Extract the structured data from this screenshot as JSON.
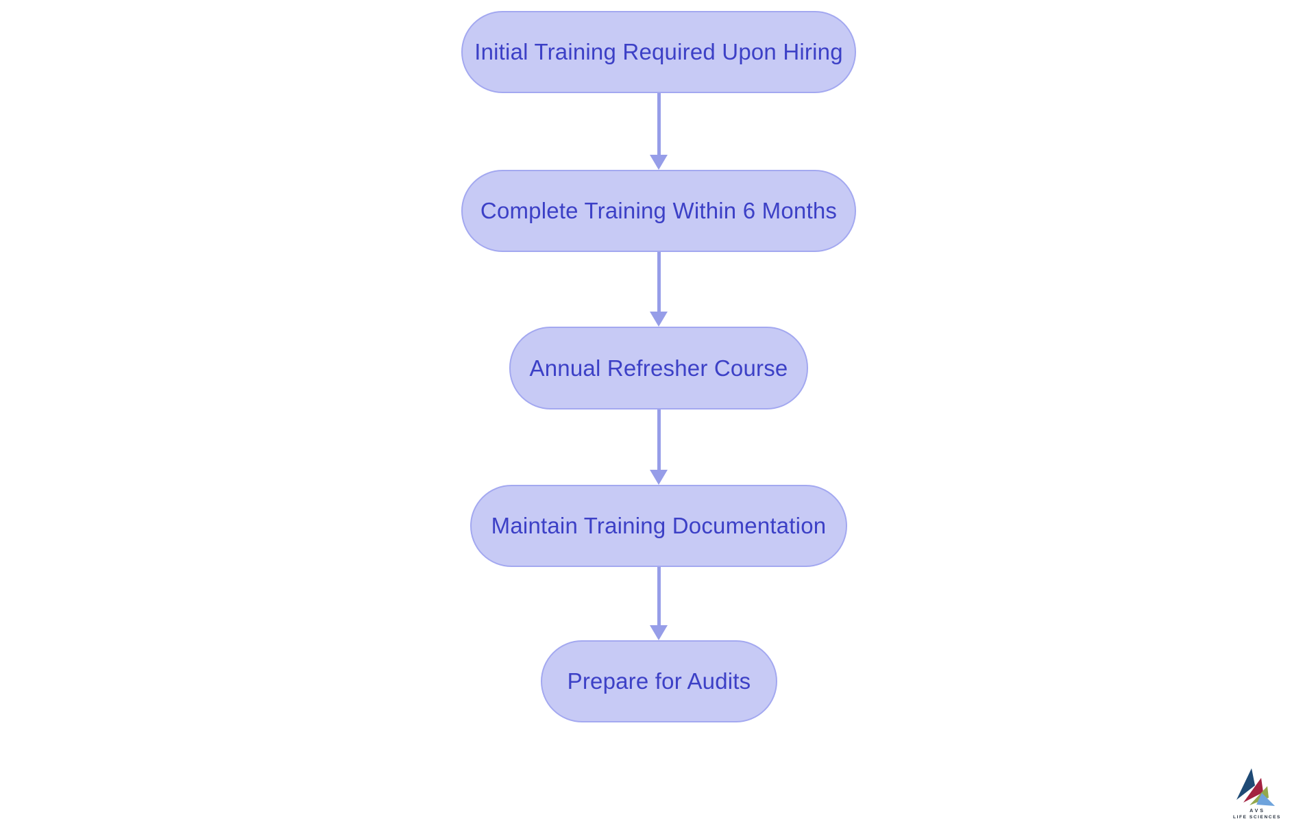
{
  "flowchart": {
    "type": "flowchart",
    "direction": "top-down",
    "nodes": [
      {
        "id": "n1",
        "label": "Initial Training Required Upon Hiring"
      },
      {
        "id": "n2",
        "label": "Complete Training Within 6 Months"
      },
      {
        "id": "n3",
        "label": "Annual Refresher Course"
      },
      {
        "id": "n4",
        "label": "Maintain Training Documentation"
      },
      {
        "id": "n5",
        "label": "Prepare for Audits"
      }
    ],
    "edges": [
      {
        "from": "n1",
        "to": "n2"
      },
      {
        "from": "n2",
        "to": "n3"
      },
      {
        "from": "n3",
        "to": "n4"
      },
      {
        "from": "n4",
        "to": "n5"
      }
    ],
    "colors": {
      "background": "#ffffff",
      "node_fill": "#c7caf5",
      "node_border": "#a3a8f0",
      "node_text": "#3c40c6",
      "arrow": "#969de8"
    }
  },
  "logo": {
    "text_line1": "AVS",
    "text_line2": "LIFE SCIENCES",
    "text_color": "#232d3b",
    "triangle_colors": {
      "navy": "#1e4a75",
      "red": "#a32240",
      "green": "#93a84d",
      "blue": "#6ea3dc"
    }
  }
}
